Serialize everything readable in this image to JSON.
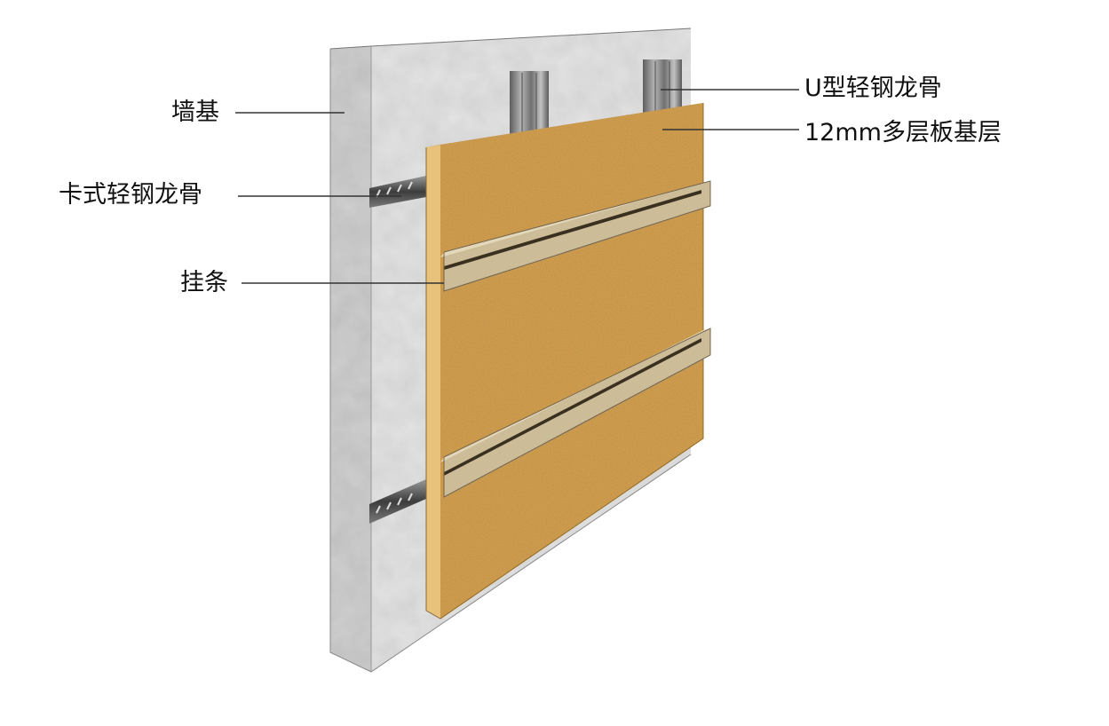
{
  "labels": {
    "wall_base": "墙基",
    "clip_keel": "卡式轻钢龙骨",
    "hanging_strip": "挂条",
    "u_keel": "U型轻钢龙骨",
    "plywood_base": "12mm多层板基层"
  },
  "colors": {
    "concrete_front": "#e3e3e3",
    "concrete_side": "#c9c9c9",
    "plywood": "#d6a555",
    "plywood_edge": "#e9c478",
    "strip_face": "#cdbc98",
    "steel": "#8a8a8a",
    "leader_line": "#333333"
  }
}
